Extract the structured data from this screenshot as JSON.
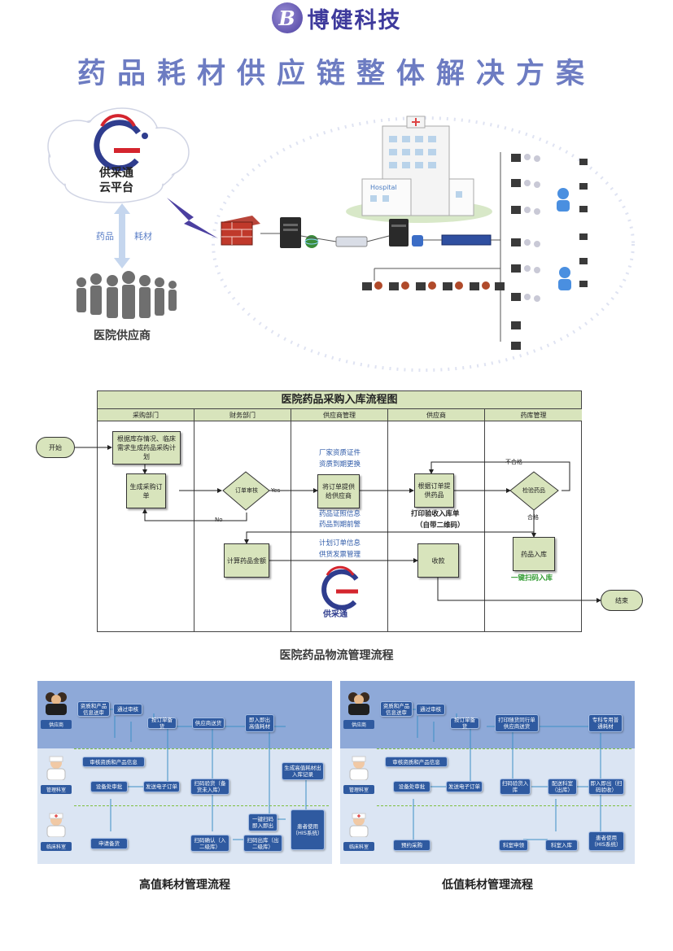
{
  "header": {
    "brand_logo_letter": "B",
    "brand_name": "博健科技",
    "main_title": "药品耗材供应链整体解决方案"
  },
  "network": {
    "cloud_line1": "供采通",
    "cloud_line2": "云平台",
    "arrow_label_left": "药品",
    "arrow_label_right": "耗材",
    "hospital_sign": "Hospital",
    "supplier_caption": "医院供应商"
  },
  "flowchart": {
    "title": "医院药品采购入库流程图",
    "lanes": [
      "采购部门",
      "财务部门",
      "供应商管理",
      "供应商",
      "药库管理"
    ],
    "start": "开始",
    "end": "结束",
    "nodes": {
      "n1": "根据库存情况、临床需求生成药品采购计划",
      "n2": "生成采购订单",
      "n3": "订单审核",
      "n4": "将订单提供给供应商",
      "n5": "根据订单提供药品",
      "n6": "检验药品",
      "n7": "药品入库",
      "n8": "计算药品金额",
      "n9": "收款"
    },
    "labels": {
      "yes": "Yes",
      "no": "No",
      "unqualified": "不合格",
      "qualified": "合格"
    },
    "notes": {
      "cert_line1": "厂家资质证件",
      "cert_line2": "资质到期更换",
      "drug_line1": "药品证照信息",
      "drug_line2": "药品到期前警",
      "print_line1": "打印验收入库单",
      "print_line2": "（自带二维码）",
      "plan_line1": "计划订单信息",
      "plan_line2": "供货发票管理",
      "scan": "一键扫码入库"
    },
    "logo_text": "供采通",
    "caption": "医院药品物流管理流程"
  },
  "high_value": {
    "caption": "高值耗材管理流程",
    "roles": [
      "供应商",
      "管理科室",
      "临床科室"
    ],
    "boxes": {
      "b1": "资质和产品信息送审",
      "b2": "通过审核",
      "b3": "按订单备货",
      "b4": "供应商送货",
      "b5": "即入即出高值耗材",
      "b6": "审核资质和产品信息",
      "b7": "设备处审批",
      "b8": "发送电子订单",
      "b9": "扫码验货（备货未入库）",
      "b10": "生成高值耗材出入库记录",
      "b11": "一键扫码即入即出",
      "b12": "申请备货",
      "b13": "扫码确认（入二级库）",
      "b14": "扫码出库（出二级库）",
      "b15": "患者使用（HIS系统）"
    }
  },
  "low_value": {
    "caption": "低值耗材管理流程",
    "roles": [
      "供应商",
      "管理科室",
      "临床科室"
    ],
    "boxes": {
      "b1": "资质和产品信息送审",
      "b2": "通过审核",
      "b3": "按订单备货",
      "b4": "打印随货同行单供应商送货",
      "b5": "专科专用普通耗材",
      "b6": "审核资质和产品信息",
      "b7": "设备处审批",
      "b8": "发送电子订单",
      "b9": "扫码验货入库",
      "b10": "配送科室（出库）",
      "b11": "即入即出（扫码验收）",
      "b12": "预约采购",
      "b13": "科室申领",
      "b14": "科室入库",
      "b15": "患者使用（HIS系统）"
    }
  }
}
